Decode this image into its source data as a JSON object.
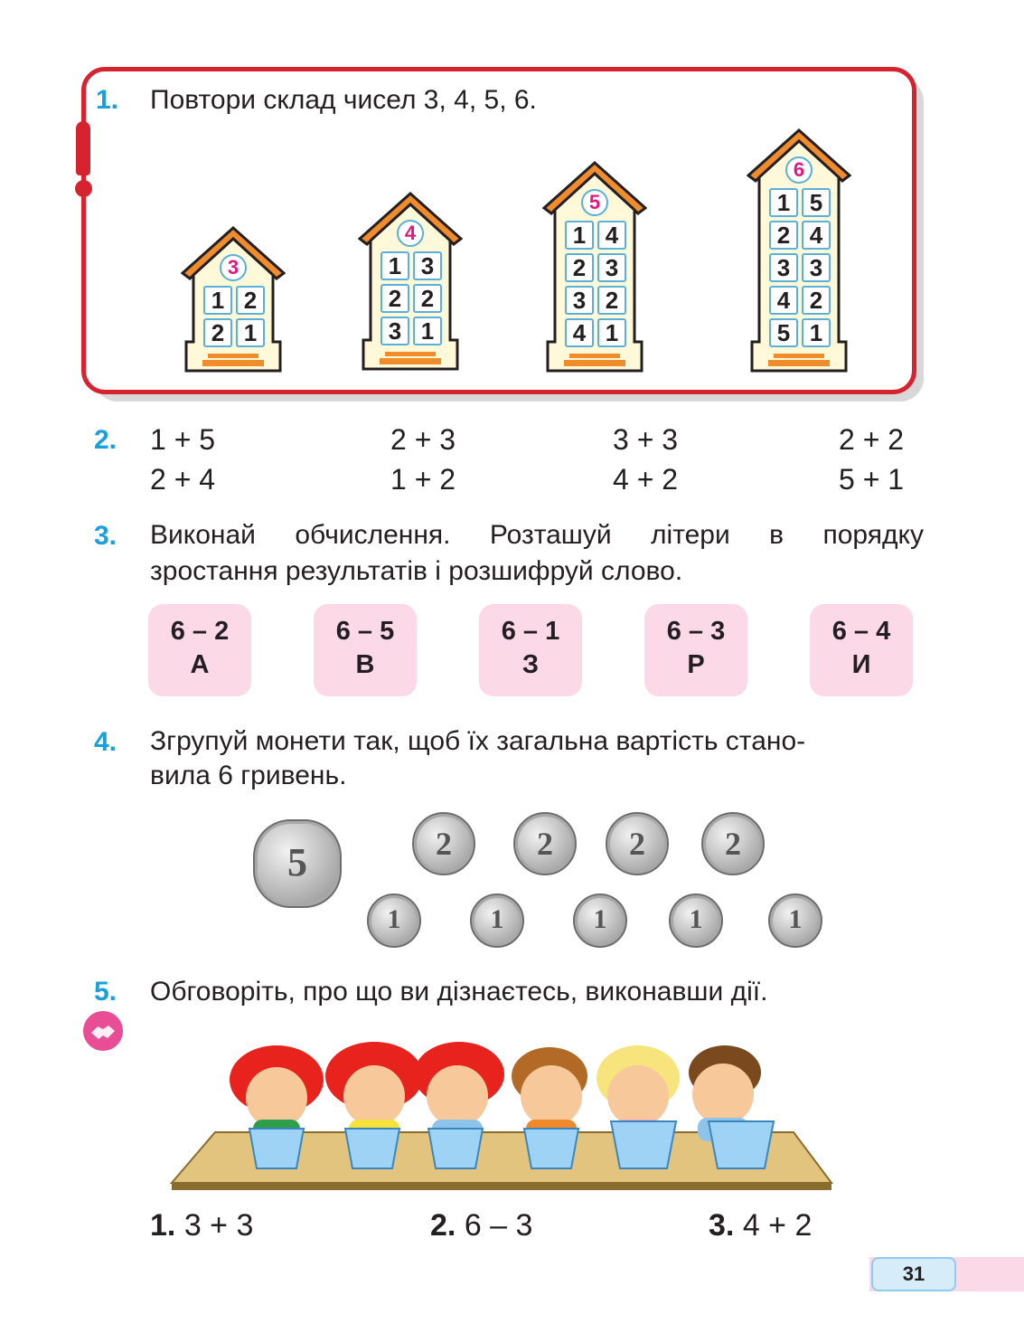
{
  "task1": {
    "number": "1.",
    "text": "Повтори склад чисел 3, 4, 5, 6.",
    "houses": [
      {
        "n": "3",
        "rows": [
          [
            "1",
            "2"
          ],
          [
            "2",
            "1"
          ]
        ]
      },
      {
        "n": "4",
        "rows": [
          [
            "1",
            "3"
          ],
          [
            "2",
            "2"
          ],
          [
            "3",
            "1"
          ]
        ]
      },
      {
        "n": "5",
        "rows": [
          [
            "1",
            "4"
          ],
          [
            "2",
            "3"
          ],
          [
            "3",
            "2"
          ],
          [
            "4",
            "1"
          ]
        ]
      },
      {
        "n": "6",
        "rows": [
          [
            "1",
            "5"
          ],
          [
            "2",
            "4"
          ],
          [
            "3",
            "3"
          ],
          [
            "4",
            "2"
          ],
          [
            "5",
            "1"
          ]
        ]
      }
    ]
  },
  "task2": {
    "number": "2.",
    "columns": [
      [
        "1 + 5",
        "2 + 4"
      ],
      [
        "2 + 3",
        "1 + 2"
      ],
      [
        "3 + 3",
        "4 + 2"
      ],
      [
        "2 + 2",
        "5 + 1"
      ]
    ]
  },
  "task3": {
    "number": "3.",
    "line1": "Виконай обчислення. Розташуй літери в порядку",
    "line2": "зростання результатів і розшифруй слово.",
    "cards": [
      {
        "expr": "6 – 2",
        "letter": "А"
      },
      {
        "expr": "6 – 5",
        "letter": "В"
      },
      {
        "expr": "6 – 1",
        "letter": "З"
      },
      {
        "expr": "6 – 3",
        "letter": "Р"
      },
      {
        "expr": "6 – 4",
        "letter": "И"
      }
    ]
  },
  "task4": {
    "number": "4.",
    "line1": "Згрупуй монети так, щоб їх загальна вартість стано-",
    "line2": "вила 6 гривень.",
    "coins": {
      "five": "5",
      "twos": [
        "2",
        "2",
        "2",
        "2"
      ],
      "ones": [
        "1",
        "1",
        "1",
        "1",
        "1"
      ]
    }
  },
  "task5": {
    "number": "5.",
    "text": "Обговоріть, про що ви дізнаєтесь, виконавши дії.",
    "answers": [
      {
        "n": "1.",
        "expr": "3 + 3"
      },
      {
        "n": "2.",
        "expr": "6 – 3"
      },
      {
        "n": "3.",
        "expr": "4 + 2"
      }
    ]
  },
  "page_number": "31",
  "colors": {
    "accent_red": "#d7232f",
    "number_blue": "#1aa0dc",
    "card_pink": "#fcd9e6",
    "roof_orange": "#f08c2a"
  }
}
